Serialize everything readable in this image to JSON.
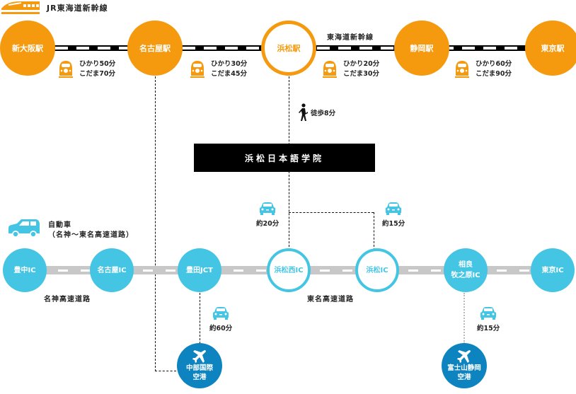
{
  "header": {
    "title": "JR東海道新幹線",
    "icon": "bullet-train-icon"
  },
  "colors": {
    "rail_accent": "#f59a0f",
    "road_accent": "#45c5e4",
    "airport": "#0d84c0",
    "school_bg": "#000000"
  },
  "shinkansen": {
    "line_name": "東海道新幹線",
    "stations": [
      {
        "name": "新大阪駅",
        "highlight": false
      },
      {
        "name": "名古屋駅",
        "highlight": false
      },
      {
        "name": "浜松駅",
        "highlight": true
      },
      {
        "name": "静岡駅",
        "highlight": false
      },
      {
        "name": "東京駅",
        "highlight": false
      }
    ],
    "segments": [
      {
        "hikari": "ひかり50分",
        "kodama": "こだま70分"
      },
      {
        "hikari": "ひかり30分",
        "kodama": "こだま45分"
      },
      {
        "hikari": "ひかり20分",
        "kodama": "こだま30分"
      },
      {
        "hikari": "ひかり60分",
        "kodama": "こだま90分"
      }
    ]
  },
  "walk": {
    "label": "徒歩8分",
    "icon": "walking-person-icon"
  },
  "school": {
    "name": "浜松日本語学院"
  },
  "car_legend": {
    "line1": "自動車",
    "line2": "（名神〜東名高速道路）",
    "icon": "car-icon"
  },
  "expressway": {
    "interchanges": [
      {
        "name": "豊中IC",
        "highlight": false
      },
      {
        "name": "名古屋IC",
        "highlight": false
      },
      {
        "name": "豊田JCT",
        "highlight": false
      },
      {
        "name": "浜松西IC",
        "highlight": true
      },
      {
        "name": "浜松IC",
        "highlight": true
      },
      {
        "name": "相良\n牧之原IC",
        "highlight": false,
        "line1": "相良",
        "line2": "牧之原IC"
      },
      {
        "name": "東京IC",
        "highlight": false
      }
    ],
    "road_names": {
      "meishin": "名神高速道路",
      "tomei": "東名高速道路"
    }
  },
  "drive_times": {
    "hamamatsunishi_to_school": "約20分",
    "hamamatsu_to_school": "約15分",
    "toyota_to_chubu": "約60分",
    "sagara_to_fuji": "約15分"
  },
  "airports": [
    {
      "line1": "中部国際",
      "line2": "空港"
    },
    {
      "line1": "富士山静岡",
      "line2": "空港"
    }
  ]
}
